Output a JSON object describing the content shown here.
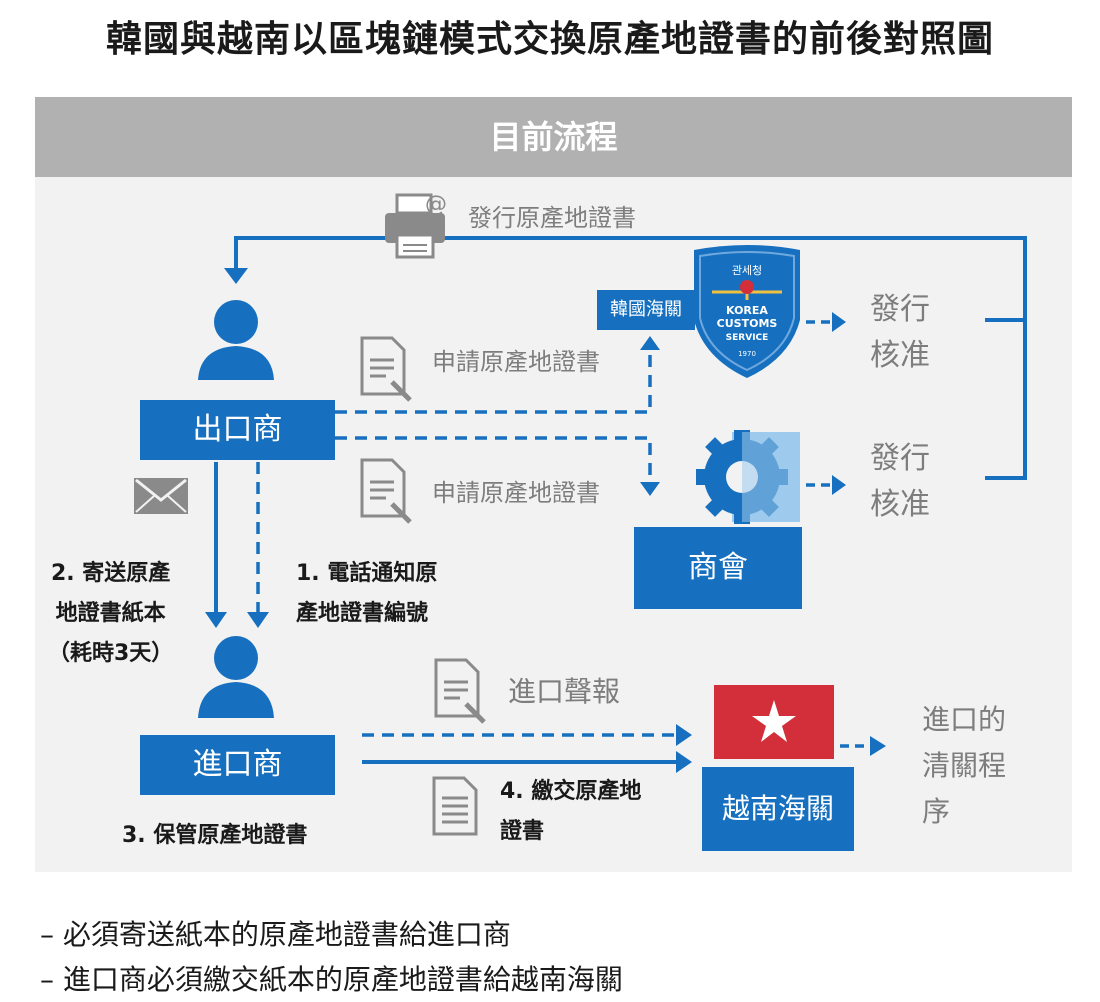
{
  "title": "韓國與越南以區塊鏈模式交換原產地證書的前後對照圖",
  "panel_header": "目前流程",
  "boxes": {
    "exporter": "出口商",
    "importer": "進口商",
    "chamber": "商會",
    "vietnam_customs": "越南海關",
    "korea_customs": "韓國海關"
  },
  "labels": {
    "issue_certificate": "發行原產地證書",
    "apply_certificate_1": "申請原產地證書",
    "apply_certificate_2": "申請原產地證書",
    "issue_approve_1_line1": "發行",
    "issue_approve_1_line2": "核准",
    "issue_approve_2_line1": "發行",
    "issue_approve_2_line2": "核准",
    "step2_line1": "2. 寄送原產",
    "step2_line2": "地證書紙本",
    "step2_line3": "（耗時3天）",
    "step1_line1": "1. 電話通知原",
    "step1_line2": "產地證書編號",
    "import_declaration": "進口聲報",
    "step4_line1": "4. 繳交原產地",
    "step4_line2": "證書",
    "step3": "3. 保管原產地證書",
    "clearance_line1": "進口的",
    "clearance_line2": "清關程",
    "clearance_line3": "序"
  },
  "shield": {
    "korean_text": "관세청",
    "line1": "KOREA",
    "line2": "CUSTOMS",
    "line3": "SERVICE",
    "year": "1970"
  },
  "notes": [
    "– 必須寄送紙本的原產地證書給進口商",
    "– 進口商必須繳交紙本的原產地證書給越南海關"
  ],
  "colors": {
    "blue": "#1670bf",
    "header_gray": "#b1b1b1",
    "panel_bg": "#f2f2f2",
    "icon_gray": "#8a8a8a",
    "flag_red": "#d22f3a"
  }
}
